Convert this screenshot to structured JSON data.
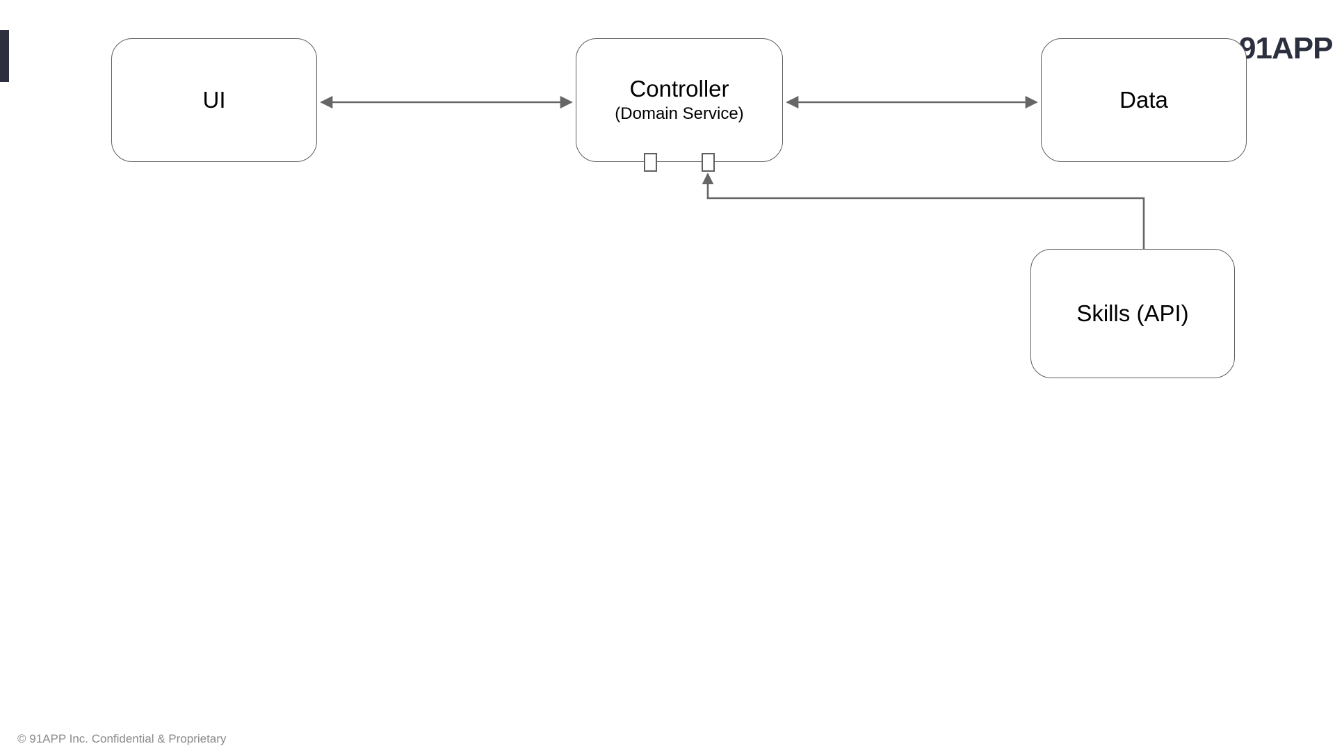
{
  "page": {
    "background_color": "#ffffff",
    "accent_color": "#2b2f3e",
    "border_color": "#5e5e5e",
    "connector_color": "#666666",
    "footer_text_color": "#8a8a8a"
  },
  "brand": {
    "logo_text": "91APP"
  },
  "diagram": {
    "nodes": [
      {
        "id": "ui",
        "title": "UI",
        "subtitle": ""
      },
      {
        "id": "controller",
        "title": "Controller",
        "subtitle": "(Domain Service)"
      },
      {
        "id": "data",
        "title": "Data",
        "subtitle": ""
      },
      {
        "id": "skills",
        "title": "Skills (API)",
        "subtitle": ""
      }
    ],
    "connectors": [
      {
        "id": "ui-controller",
        "from": "ui",
        "to": "controller",
        "style": "bidirectional-arrow"
      },
      {
        "id": "controller-data",
        "from": "controller",
        "to": "data",
        "style": "bidirectional-arrow"
      },
      {
        "id": "skills-controller",
        "from": "skills",
        "to": "controller",
        "style": "elbow-arrow"
      }
    ],
    "ports": [
      {
        "id": "port-left",
        "owner": "controller",
        "kind": "interface-port"
      },
      {
        "id": "port-right",
        "owner": "controller",
        "kind": "interface-port"
      }
    ]
  },
  "footer": {
    "copyright": "© 91APP Inc. Confidential & Proprietary"
  }
}
